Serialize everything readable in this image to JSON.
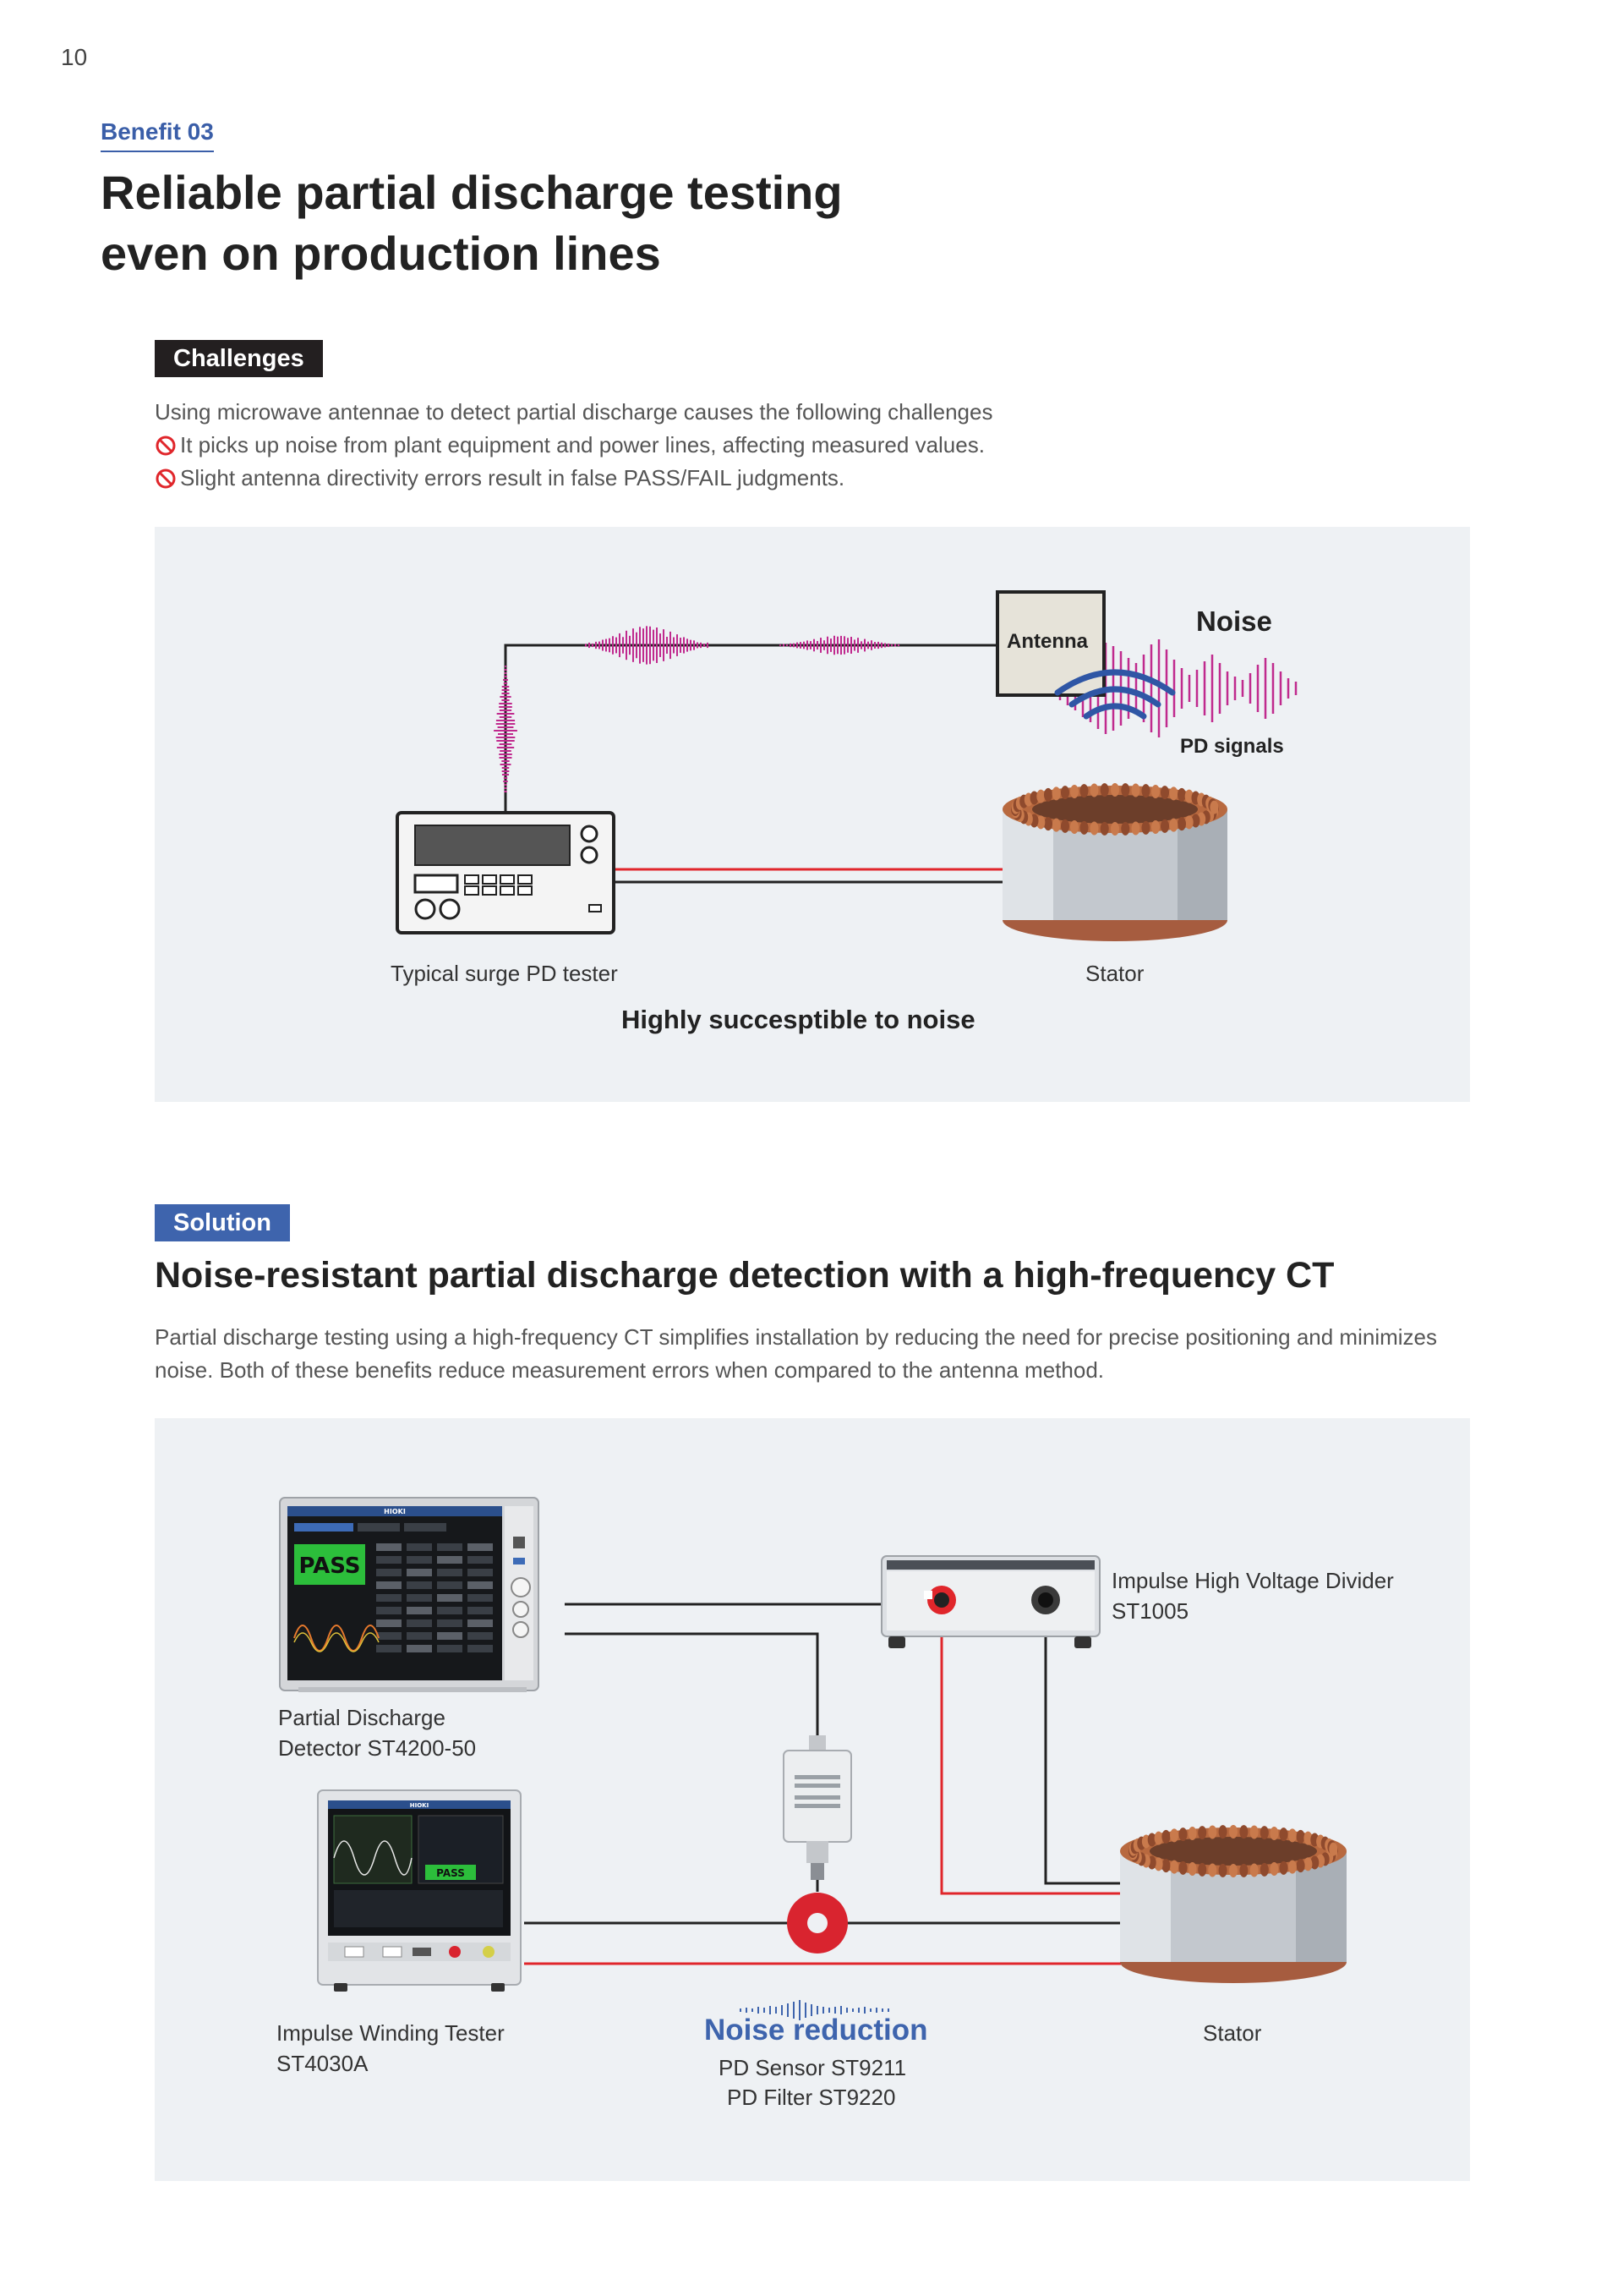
{
  "page_number": "10",
  "benefit_label": "Benefit 03",
  "title_line1": "Reliable partial discharge testing",
  "title_line2": "even on production lines",
  "challenges": {
    "tag": "Challenges",
    "intro": "Using microwave antennae to detect partial discharge causes the following challenges",
    "items": [
      "It picks up noise from plant equipment and power lines, affecting  measured values.",
      "Slight antenna directivity errors result in false PASS/FAIL judgments."
    ],
    "diagram": {
      "antenna_label": "Antenna",
      "noise_label": "Noise",
      "pd_signals_label": "PD signals",
      "tester_label": "Typical surge PD tester",
      "stator_label": "Stator",
      "caption": "Highly succesptible to noise"
    }
  },
  "solution": {
    "tag": "Solution",
    "title": "Noise-resistant partial discharge detection with a high-frequency CT",
    "description": "Partial discharge testing using a high-frequency CT simplifies installation by reducing the need for precise positioning and minimizes noise. Both of these benefits reduce measurement errors when compared to the antenna method.",
    "diagram": {
      "detector_label_line1": "Partial Discharge",
      "detector_label_line2": "Detector ST4200-50",
      "divider_label_line1": "Impulse High Voltage Divider",
      "divider_label_line2": "ST1005",
      "winding_label_line1": "Impulse Winding Tester",
      "winding_label_line2": "ST4030A",
      "noise_reduction_label": "Noise reduction",
      "sensor_label": "PD Sensor ST9211",
      "filter_label": "PD Filter ST9220",
      "stator_label": "Stator",
      "detector_screen_pass": "PASS",
      "tester_screen_pass": "PASS",
      "brand": "HIOKI"
    }
  },
  "colors": {
    "accent_blue": "#3e64ad",
    "signal_magenta": "#c02a8e",
    "wire_red": "#e0262b",
    "panel_bg": "#eef1f4"
  }
}
